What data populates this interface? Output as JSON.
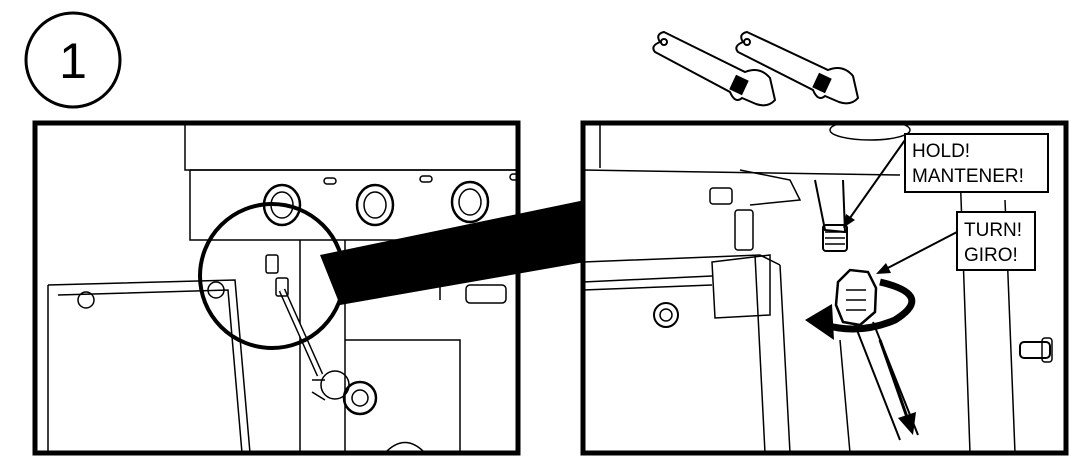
{
  "step": {
    "number": "1"
  },
  "callouts": {
    "hold": {
      "line1": "HOLD!",
      "line2": "MANTENER!"
    },
    "turn": {
      "line1": "TURN!",
      "line2": "GIRO!"
    }
  },
  "icons": {
    "tools": "adjustable-wrench-icon",
    "rotation": "rotate-arrow-icon",
    "direction": "pull-down-arrow-icon"
  },
  "colors": {
    "line": "#000000",
    "background": "#ffffff",
    "fill_dark": "#1a1a1a"
  }
}
